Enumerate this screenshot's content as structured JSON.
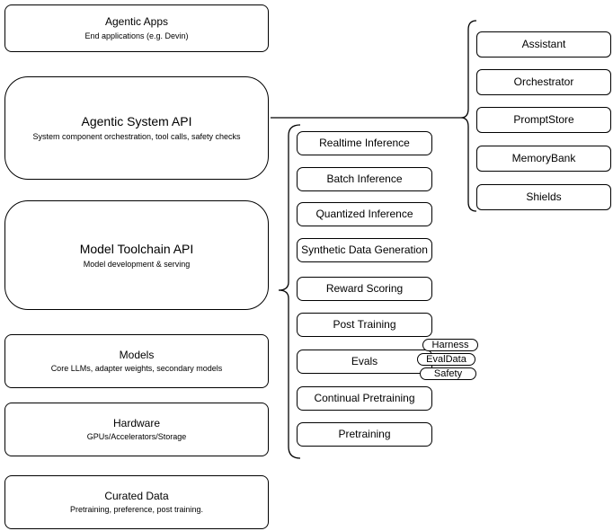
{
  "layers": [
    {
      "title": "Agentic Apps",
      "subtitle": "End applications (e.g. Devin)"
    },
    {
      "title": "Agentic System API",
      "subtitle": "System component orchestration, tool calls, safety checks"
    },
    {
      "title": "Model Toolchain API",
      "subtitle": "Model development & serving"
    },
    {
      "title": "Models",
      "subtitle": "Core LLMs, adapter weights, secondary models"
    },
    {
      "title": "Hardware",
      "subtitle": "GPUs/Accelerators/Storage"
    },
    {
      "title": "Curated Data",
      "subtitle": "Pretraining, preference, post training."
    }
  ],
  "toolchain": {
    "items": [
      "Realtime Inference",
      "Batch Inference",
      "Quantized Inference",
      "Synthetic Data Generation",
      "Reward Scoring",
      "Post Training",
      "Evals",
      "Continual Pretraining",
      "Pretraining"
    ]
  },
  "eval_tags": [
    "Harness",
    "EvalData",
    "Safety"
  ],
  "system_components": [
    "Assistant",
    "Orchestrator",
    "PromptStore",
    "MemoryBank",
    "Shields"
  ],
  "colors": {
    "stroke": "#000000",
    "fill": "#ffffff",
    "text": "#000000",
    "background": "#ffffff"
  }
}
